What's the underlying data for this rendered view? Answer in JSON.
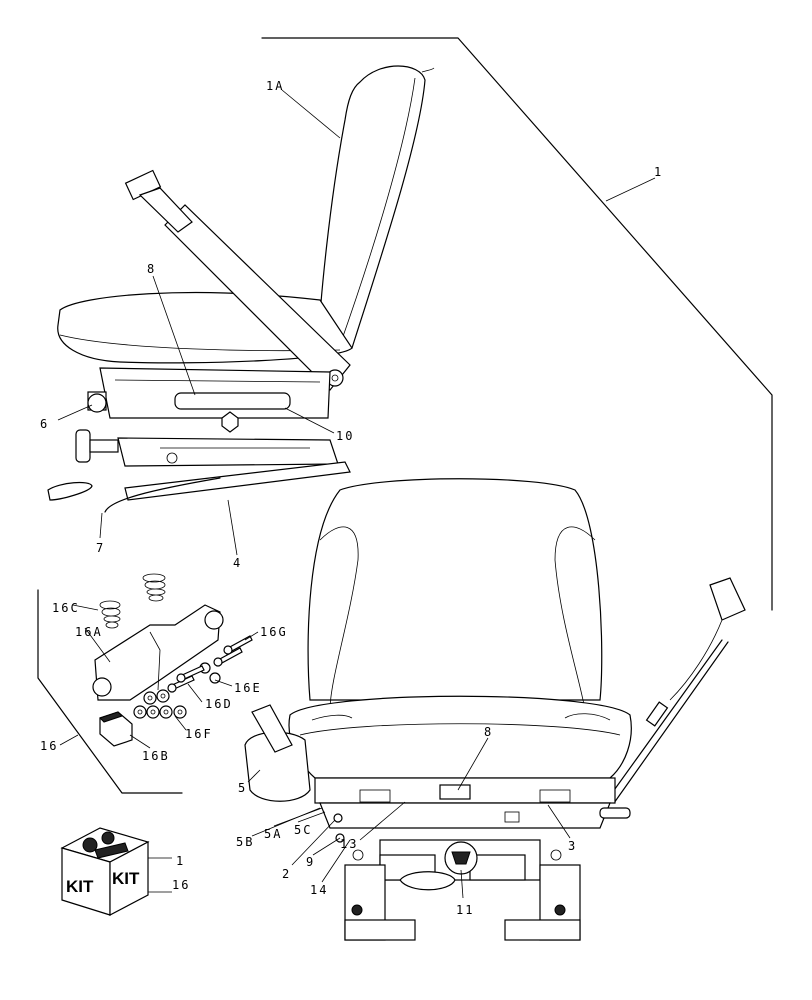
{
  "callouts": {
    "c1A": "1A",
    "c1": "1",
    "c8_top": "8",
    "c6": "6",
    "c10": "10",
    "c7": "7",
    "c4": "4",
    "c16C": "16C",
    "c16A": "16A",
    "c16G": "16G",
    "c16E": "16E",
    "c16D": "16D",
    "c16F": "16F",
    "c16B": "16B",
    "c16": "16",
    "c8_bottom": "8",
    "c5": "5",
    "c5B": "5B",
    "c5A": "5A",
    "c5C": "5C",
    "c2": "2",
    "c9": "9",
    "c13": "13",
    "c14": "14",
    "c3": "3",
    "c11": "11",
    "kit_ref_1": "1",
    "kit_ref_16": "16"
  },
  "kit_box": {
    "label_left": "KIT",
    "label_right": "KIT"
  }
}
